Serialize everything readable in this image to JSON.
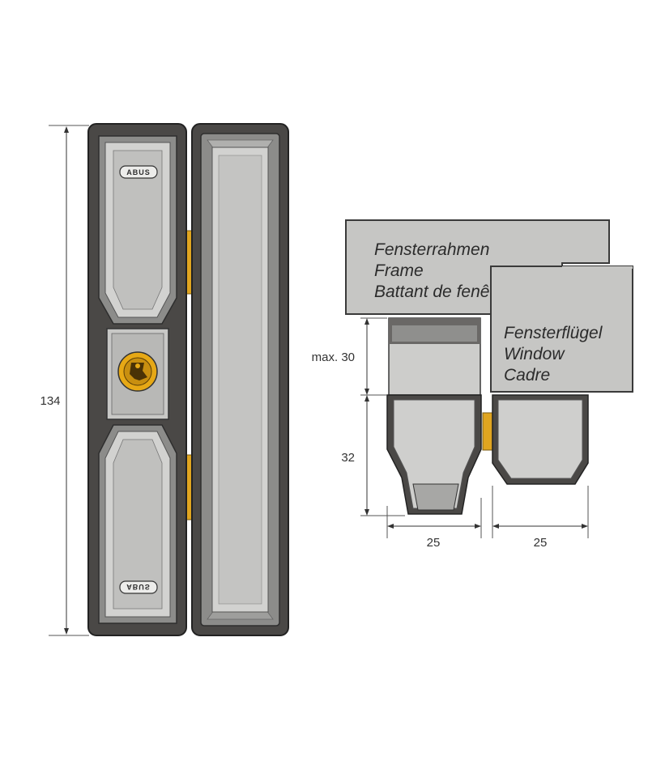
{
  "front_view": {
    "height_label": "134",
    "brand_top": "ABUS",
    "brand_bottom": "ABUS"
  },
  "section_view": {
    "frame_labels": [
      "Fensterrahmen",
      "Frame",
      "Battant de fenêtre"
    ],
    "sash_labels": [
      "Fensterflügel",
      "Window",
      "Cadre"
    ],
    "dim_max": "max. 30",
    "dim_height": "32",
    "dim_width_left": "25",
    "dim_width_right": "25"
  },
  "colors": {
    "housing_dark": "#4a4846",
    "housing_light": "#d2d2d0",
    "hinge_gold": "#e0a520",
    "frame_gray": "#c6c6c4",
    "outline": "#3a3a3a"
  }
}
